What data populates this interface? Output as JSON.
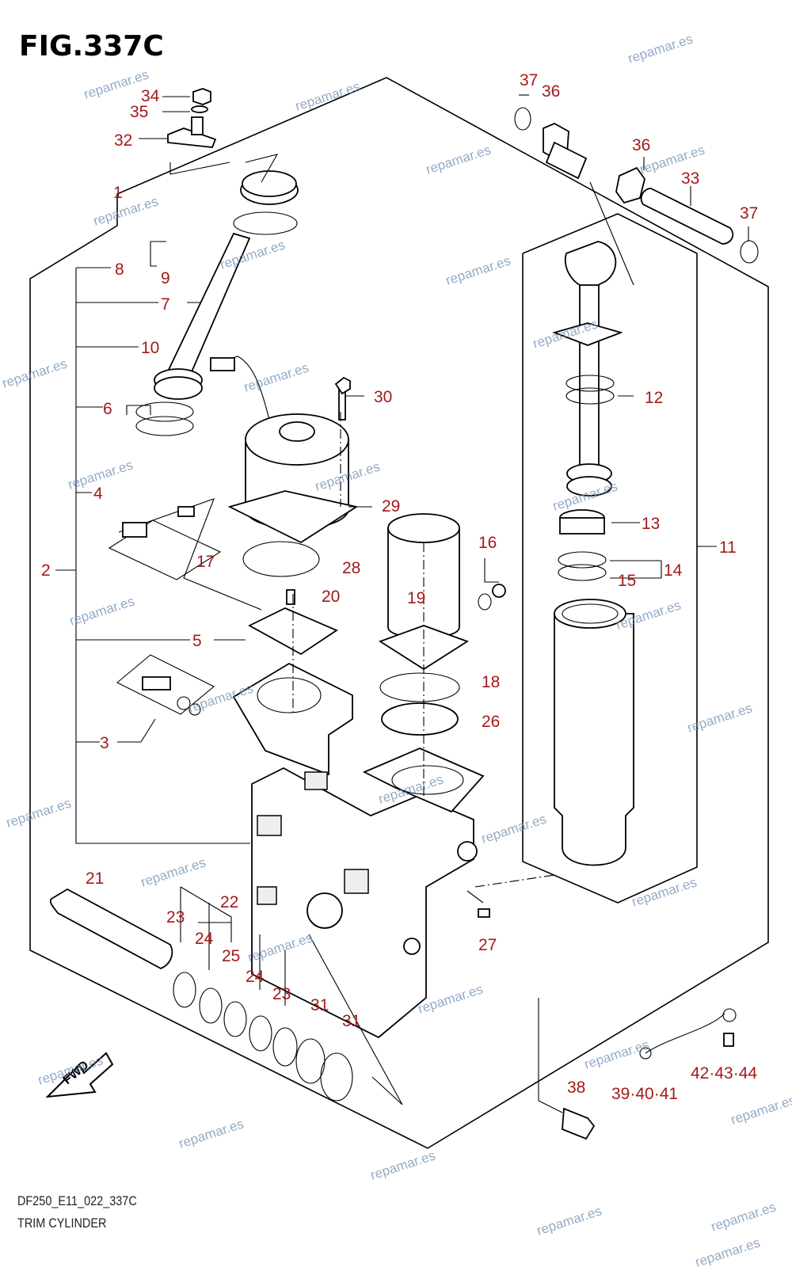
{
  "figure": {
    "title": "FIG.337C",
    "model_code": "DF250_E11_022_337C",
    "name": "TRIM CYLINDER"
  },
  "callouts": [
    {
      "id": "c1",
      "text": "1"
    },
    {
      "id": "c2",
      "text": "2"
    },
    {
      "id": "c3",
      "text": "3"
    },
    {
      "id": "c4",
      "text": "4"
    },
    {
      "id": "c5",
      "text": "5"
    },
    {
      "id": "c6",
      "text": "6"
    },
    {
      "id": "c7",
      "text": "7"
    },
    {
      "id": "c8",
      "text": "8"
    },
    {
      "id": "c9",
      "text": "9"
    },
    {
      "id": "c10",
      "text": "10"
    },
    {
      "id": "c11",
      "text": "11"
    },
    {
      "id": "c12",
      "text": "12"
    },
    {
      "id": "c13",
      "text": "13"
    },
    {
      "id": "c14",
      "text": "14"
    },
    {
      "id": "c15",
      "text": "15"
    },
    {
      "id": "c16",
      "text": "16"
    },
    {
      "id": "c17",
      "text": "17"
    },
    {
      "id": "c18",
      "text": "18"
    },
    {
      "id": "c19",
      "text": "19"
    },
    {
      "id": "c20",
      "text": "20"
    },
    {
      "id": "c21",
      "text": "21"
    },
    {
      "id": "c22",
      "text": "22"
    },
    {
      "id": "c23a",
      "text": "23"
    },
    {
      "id": "c23b",
      "text": "23"
    },
    {
      "id": "c24a",
      "text": "24"
    },
    {
      "id": "c24b",
      "text": "24"
    },
    {
      "id": "c25",
      "text": "25"
    },
    {
      "id": "c26",
      "text": "26"
    },
    {
      "id": "c27",
      "text": "27"
    },
    {
      "id": "c28",
      "text": "28"
    },
    {
      "id": "c29",
      "text": "29"
    },
    {
      "id": "c30",
      "text": "30"
    },
    {
      "id": "c31a",
      "text": "31"
    },
    {
      "id": "c31b",
      "text": "31"
    },
    {
      "id": "c32",
      "text": "32"
    },
    {
      "id": "c33",
      "text": "33"
    },
    {
      "id": "c34",
      "text": "34"
    },
    {
      "id": "c35",
      "text": "35"
    },
    {
      "id": "c36a",
      "text": "36"
    },
    {
      "id": "c36b",
      "text": "36"
    },
    {
      "id": "c37a",
      "text": "37"
    },
    {
      "id": "c37b",
      "text": "37"
    },
    {
      "id": "c38",
      "text": "38"
    },
    {
      "id": "c39",
      "text": "39·40·41"
    },
    {
      "id": "c42",
      "text": "42·43·44"
    }
  ],
  "watermark": "repamar.es",
  "fwd_label": "FWD",
  "colors": {
    "callout": "#a21a1a",
    "watermark": "#6f8fb5",
    "line": "#000000"
  }
}
